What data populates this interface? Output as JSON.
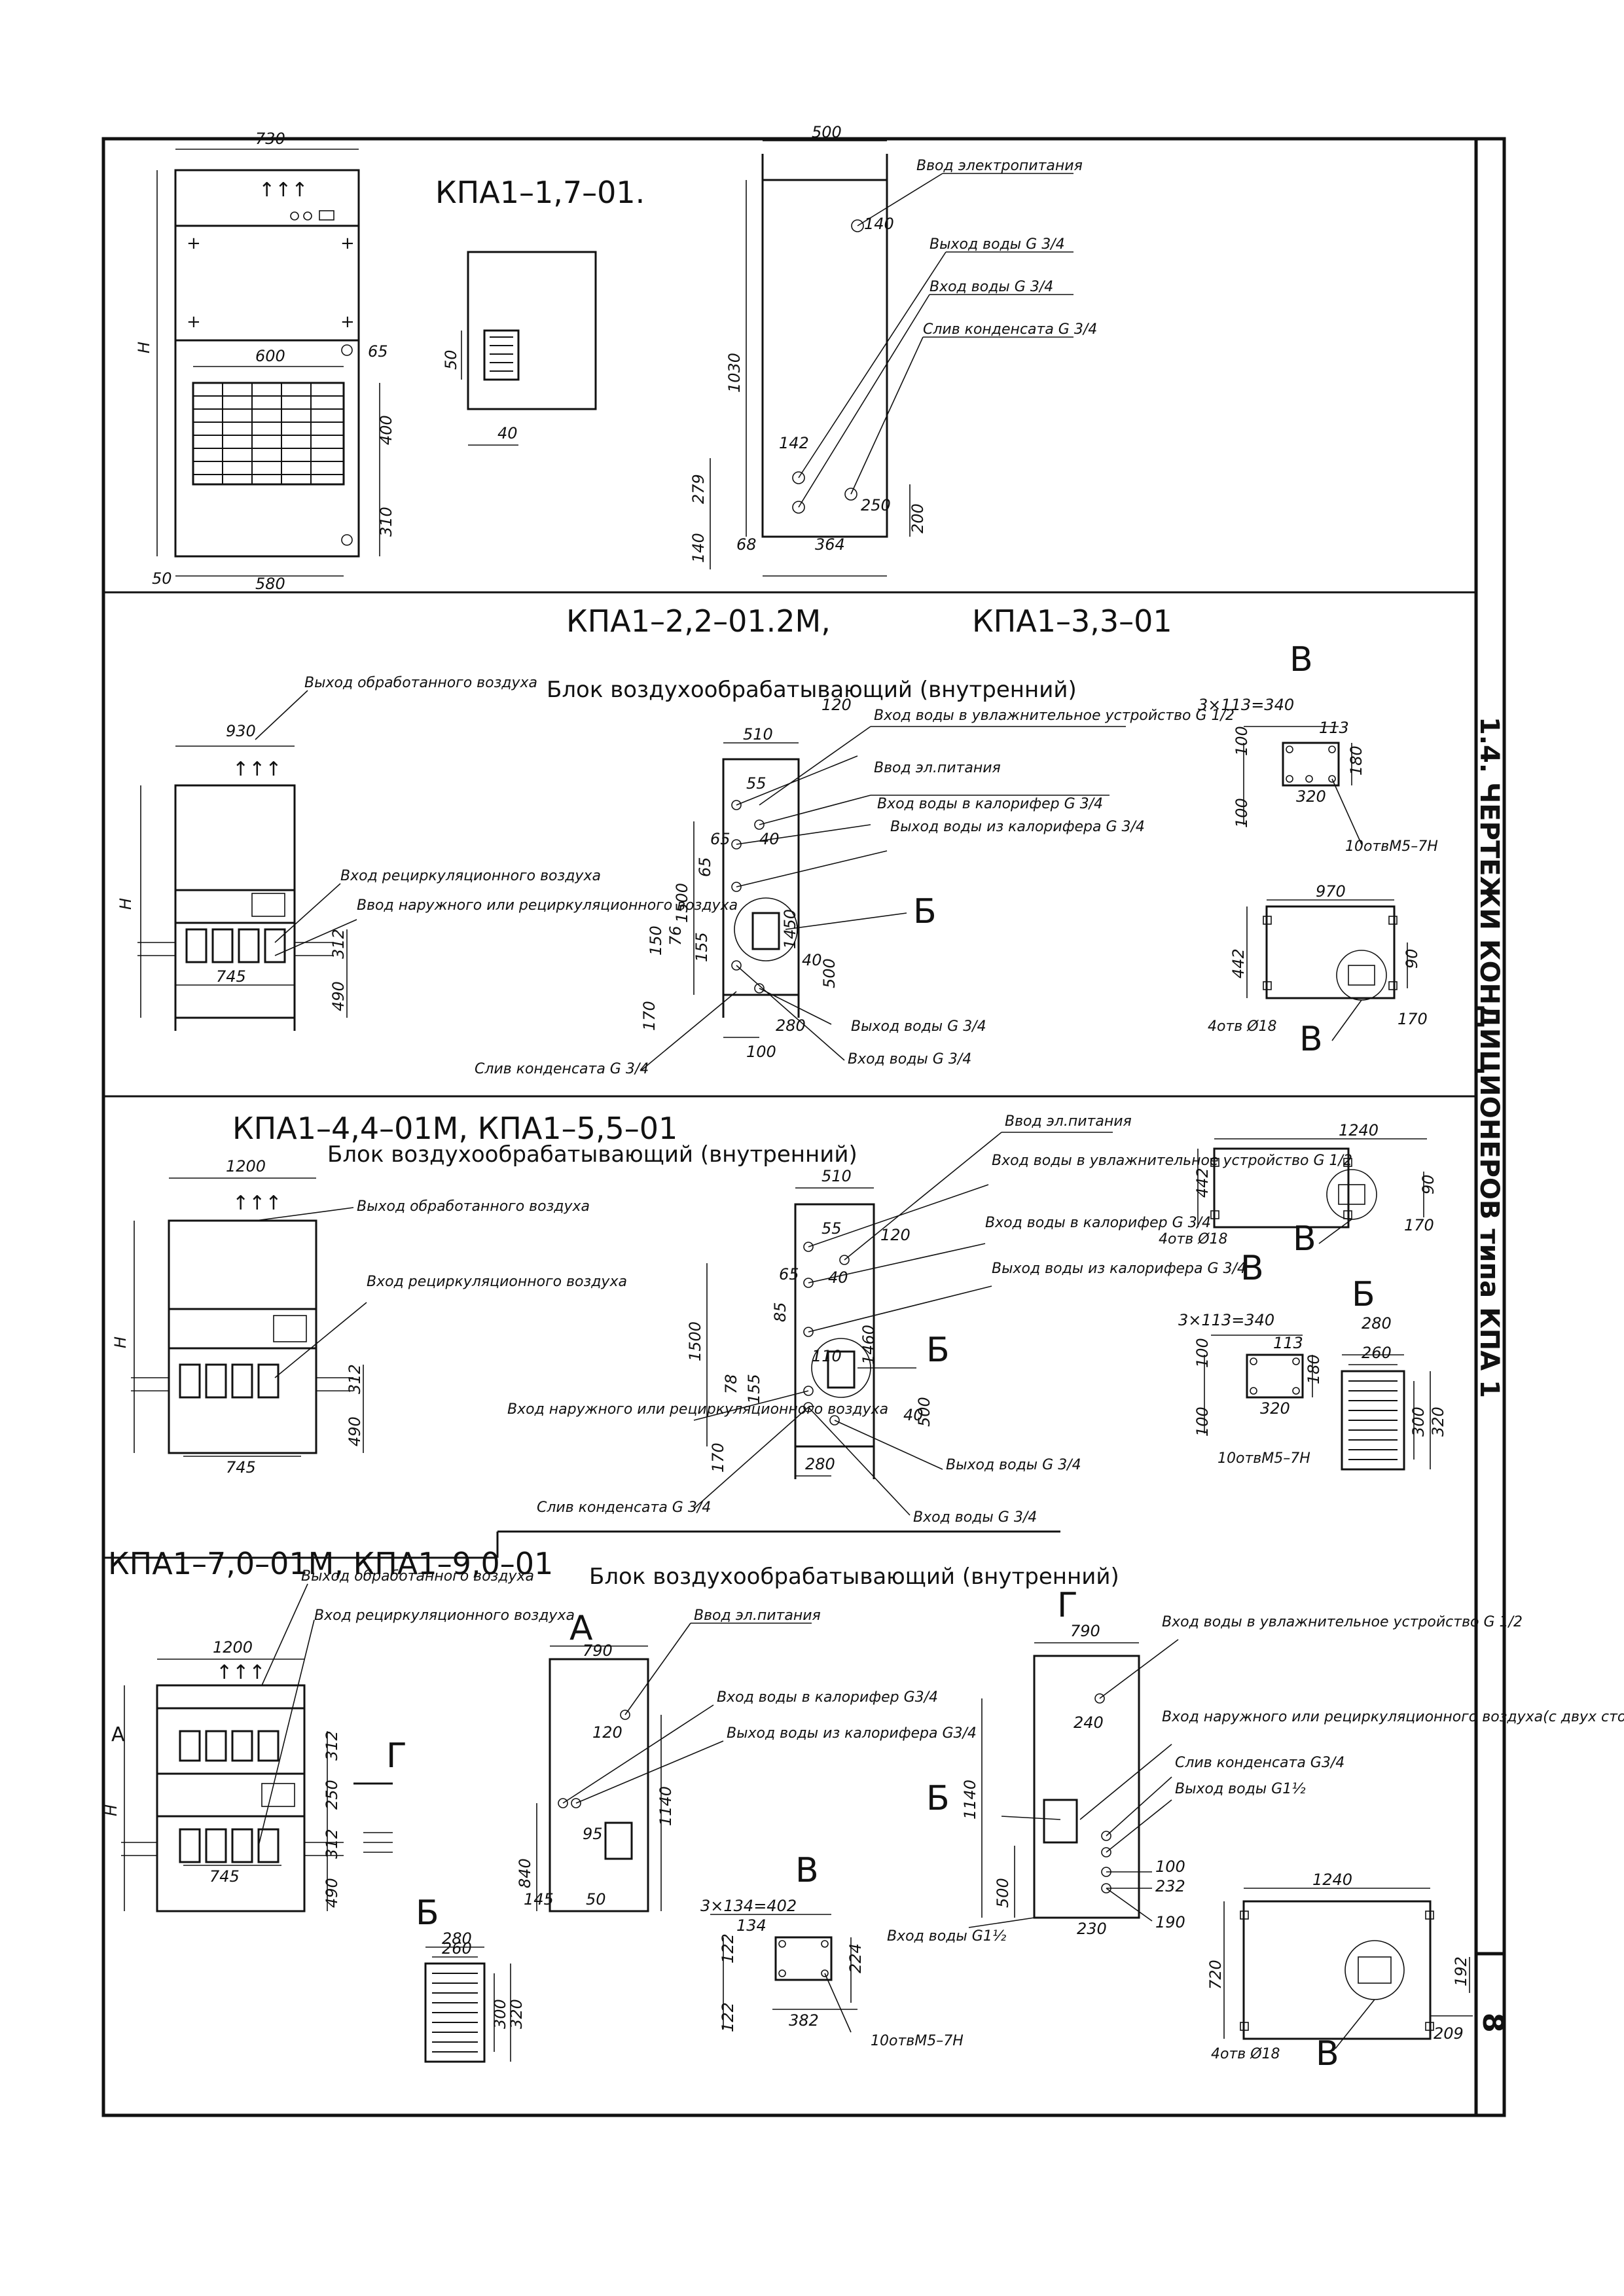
{
  "page": {
    "side_title": "1.4. ЧЕРТЕЖИ КОНДИЦИОНЕРОВ типа КПА 1",
    "page_number": "8"
  },
  "section1": {
    "title": "КПА1–1,7–01.",
    "dims": [
      "730",
      "H",
      "600",
      "65",
      "400",
      "310",
      "50",
      "580",
      "50",
      "40",
      "500",
      "140",
      "1030",
      "142",
      "279",
      "140",
      "68",
      "364",
      "250",
      "200"
    ],
    "notes": [
      "Ввод электропитания",
      "Выход воды G 3/4",
      "Вход воды G 3/4",
      "Слив конденсата G 3/4"
    ]
  },
  "section2": {
    "title_left": "КПА1–2,2–01.2М,",
    "title_right": "КПА1–3,3–01",
    "subtitle": "Блок воздухообрабатывающий (внутренний)",
    "view_b": "В",
    "view_b2": "Б",
    "dims": [
      "930",
      "H",
      "312",
      "490",
      "745",
      "510",
      "120",
      "55",
      "40",
      "65",
      "65",
      "1450",
      "1500",
      "150",
      "76",
      "155",
      "40",
      "500",
      "170",
      "280",
      "100",
      "3×113=340",
      "113",
      "100",
      "100",
      "180",
      "320",
      "10отвМ5–7Н",
      "970",
      "442",
      "90",
      "170",
      "4отв Ø18"
    ],
    "notes": [
      "Выход обработанного воздуха",
      "Вход рециркуляционного воздуха",
      "Ввод наружного или рециркуляционного воздуха",
      "Вход воды в увлажнительное устройство G 1/2",
      "Ввод эл.питания",
      "Вход воды в калорифер G 3/4",
      "Выход воды из калорифера G 3/4",
      "Выход воды G 3/4",
      "Вход воды G 3/4",
      "Слив конденсата G 3/4"
    ]
  },
  "section3": {
    "title": "КПА1–4,4–01М, КПА1–5,5–01",
    "subtitle": "Блок воздухообрабатывающий (внутренний)",
    "dims": [
      "1200",
      "H",
      "312",
      "490",
      "745",
      "510",
      "55",
      "120",
      "65",
      "40",
      "85",
      "110",
      "1460",
      "1500",
      "78",
      "155",
      "40",
      "500",
      "170",
      "280",
      "1240",
      "442",
      "90",
      "170",
      "4отв Ø18",
      "3×113=340",
      "113",
      "100",
      "180",
      "100",
      "320",
      "10отвМ5–7Н",
      "280",
      "260",
      "300",
      "320"
    ],
    "notes": [
      "Ввод эл.питания",
      "Выход обработанного воздуха",
      "Вход рециркуляционного воздуха",
      "Вход воды в увлажнительное устройство G 1/2",
      "Вход воды в калорифер G 3/4",
      "Выход воды из калорифера G 3/4",
      "Вход наружного или рециркуляционного воздуха",
      "Выход воды G 3/4",
      "Слив конденсата G 3/4",
      "Вход воды G 3/4"
    ],
    "labels": [
      "Б",
      "В",
      "В",
      "Б"
    ]
  },
  "section4": {
    "title": "КПА1–7,0–01М, КПА1–9,0–01",
    "subtitle": "Блок воздухообрабатывающий (внутренний)",
    "dims": [
      "1200",
      "312",
      "250",
      "312",
      "490",
      "745",
      "H",
      "790",
      "120",
      "1140",
      "95",
      "840",
      "145",
      "50",
      "3×134=402",
      "134",
      "122",
      "224",
      "122",
      "382",
      "10отвМ5–7Н",
      "790",
      "240",
      "1140",
      "500",
      "100",
      "232",
      "190",
      "230",
      "1240",
      "720",
      "192",
      "209",
      "4отв Ø18",
      "280",
      "260",
      "300",
      "320"
    ],
    "notes": [
      "Выход обработанного воздуха",
      "Вход рециркуляционного воздуха",
      "Ввод эл.питания",
      "Вход воды в калорифер G3/4",
      "Выход воды из калорифера G3/4",
      "Вход воды в увлажнительное устройство G 1/2",
      "Вход наружного или рециркуляционного воздуха(с двух сторон)",
      "Слив конденсата G3/4",
      "Выход воды G1½",
      "Вход воды G1½"
    ],
    "labels": [
      "А",
      "Г",
      "А",
      "Б",
      "В",
      "Г",
      "Б",
      "В"
    ]
  }
}
